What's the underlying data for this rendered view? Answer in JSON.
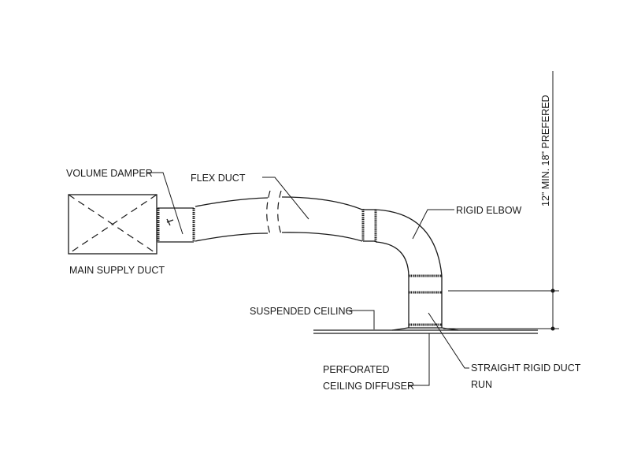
{
  "labels": {
    "volume_damper": "VOLUME DAMPER",
    "flex_duct": "FLEX DUCT",
    "main_supply_duct": "MAIN SUPPLY DUCT",
    "rigid_elbow": "RIGID ELBOW",
    "suspended_ceiling": "SUSPENDED CEILING",
    "perforated_diffuser_line1": "PERFORATED",
    "perforated_diffuser_line2": "CEILING DIFFUSER",
    "straight_run_line1": "STRAIGHT RIGID DUCT",
    "straight_run_line2": "RUN",
    "dimension": "12\" MIN. 18\" PREFERED"
  }
}
